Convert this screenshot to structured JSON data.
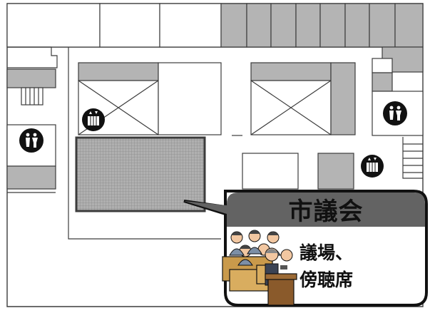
{
  "callout": {
    "title": "市議会",
    "lines": [
      "議場、",
      "傍聴席"
    ],
    "header_color": "#636363",
    "border_color": "#111111"
  },
  "legend_icons": {
    "restroom": "restroom-icon",
    "elevator": "elevator-icon",
    "stairs": "stairs-icon",
    "void": "void-cross-icon"
  },
  "colors": {
    "wall": "#3c3c3c",
    "gray_room": "#b4b4b4",
    "highlight_room": "#a8a8a8",
    "background": "#ffffff"
  }
}
